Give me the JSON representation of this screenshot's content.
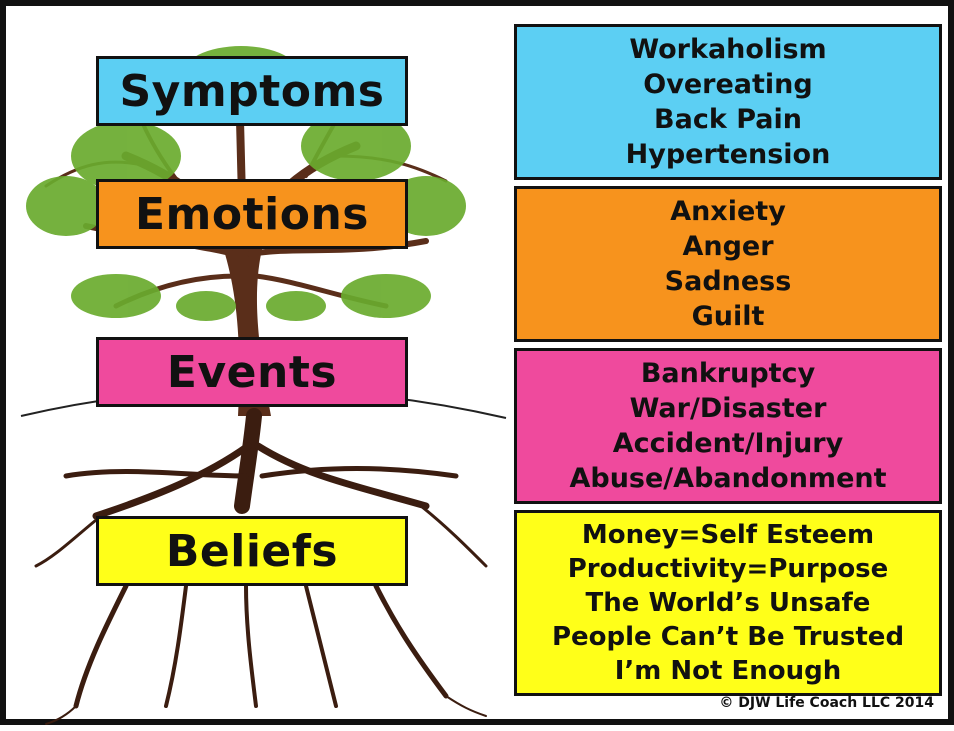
{
  "colors": {
    "symptoms": "#5ccff3",
    "emotions": "#f7931d",
    "events": "#ef4a9d",
    "beliefs": "#ffff19",
    "trunk": "#5a2e1a",
    "leaf": "#6aab2e"
  },
  "layers": [
    {
      "key": "symptoms",
      "label": "Symptoms",
      "items": [
        "Workaholism",
        "Overeating",
        "Back Pain",
        "Hypertension"
      ]
    },
    {
      "key": "emotions",
      "label": "Emotions",
      "items": [
        "Anxiety",
        "Anger",
        "Sadness",
        "Guilt"
      ]
    },
    {
      "key": "events",
      "label": "Events",
      "items": [
        "Bankruptcy",
        "War/Disaster",
        "Accident/Injury",
        "Abuse/Abandonment"
      ]
    },
    {
      "key": "beliefs",
      "label": "Beliefs",
      "items": [
        "Money=Self Esteem",
        "Productivity=Purpose",
        "The World’s Unsafe",
        "People Can’t Be Trusted",
        "I’m Not Enough"
      ]
    }
  ],
  "copyright": "© DJW Life Coach LLC 2014",
  "illustration": "tree-with-roots"
}
